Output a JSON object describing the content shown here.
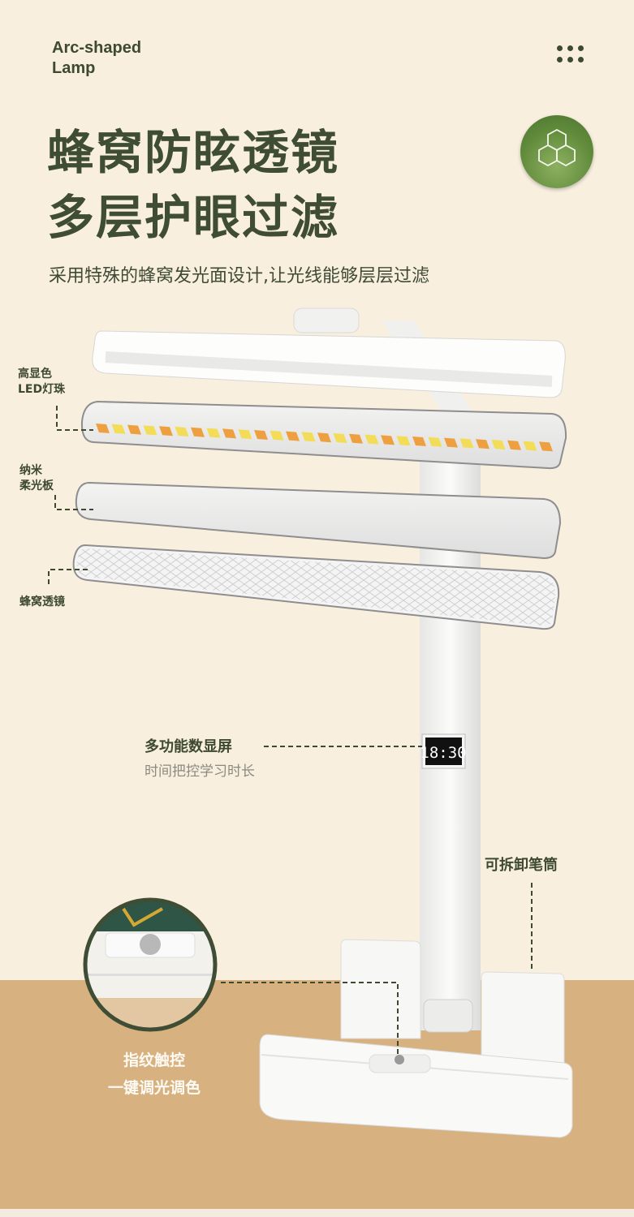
{
  "header": {
    "brand_line1": "Arc-shaped",
    "brand_line2": "Lamp",
    "menu_icon": "more-dots-icon",
    "badge_icon": "honeycomb-icon"
  },
  "title": {
    "line1": "蜂窝防眩透镜",
    "line2": "多层护眼过滤"
  },
  "subtitle": "采用特殊的蜂窝发光面设计,让光线能够层层过滤",
  "layers": {
    "led_line1": "高显色",
    "led_line2": "LED灯珠",
    "soft_line1": "纳米",
    "soft_line2": "柔光板",
    "honeycomb": "蜂窝透镜"
  },
  "features": {
    "display_title": "多功能数显屏",
    "display_sub": "时间把控学习时长",
    "clock": "18:30",
    "pen_holder": "可拆卸笔筒",
    "touch_line1": "指纹触控",
    "touch_line2": "一键调光调色"
  },
  "colors": {
    "text": "#3d4a2f",
    "background": "#f9efdf",
    "floor": "#d7b17f",
    "badge": "#5f8a3a"
  }
}
